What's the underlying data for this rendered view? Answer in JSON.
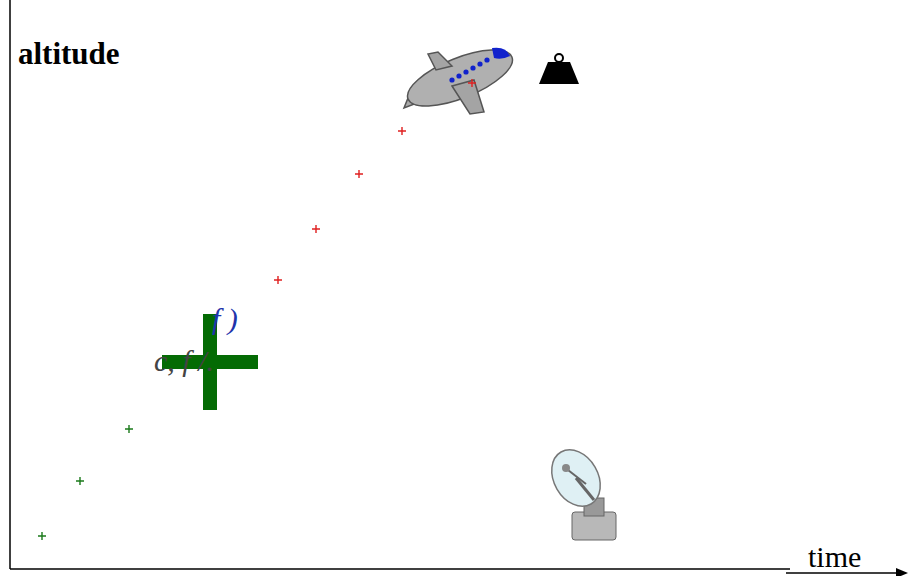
{
  "diagram": {
    "labels": [
      "altitude",
      "time",
      "c, f /.",
      "f )"
    ]
  }
}
